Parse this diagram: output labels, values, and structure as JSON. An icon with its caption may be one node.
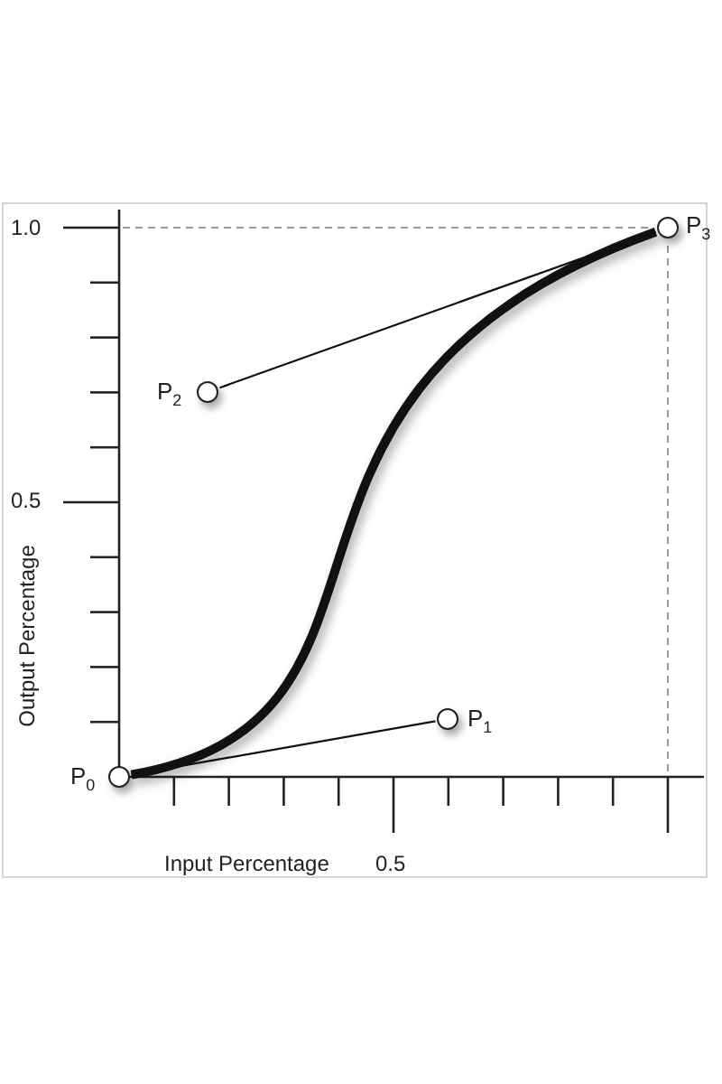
{
  "diagram": {
    "nodes": [
      {
        "text": [],
        "shape": "circle",
        "beside": [
          "P$_{3}$"
        ]
      },
      {
        "text": [],
        "shape": "circle",
        "beside": [
          "P$_{2}$"
        ]
      },
      {
        "text": [],
        "shape": "circle",
        "beside": [
          "P$_{1}$"
        ]
      },
      {
        "text": [],
        "shape": "circle",
        "beside": [
          "P$_{0}$"
        ]
      }
    ],
    "edges": [
      {
        "from": 1,
        "to": 0,
        "arrow": "none"
      },
      {
        "from": 3,
        "to": 2,
        "arrow": "none"
      },
      {
        "from": 3,
        "to": 0,
        "arrow": "none",
        "style": "thick"
      }
    ],
    "labels": [
      "1.0",
      "0.5",
      "Output Percentage",
      "Input Percentage",
      "0.5"
    ]
  }
}
